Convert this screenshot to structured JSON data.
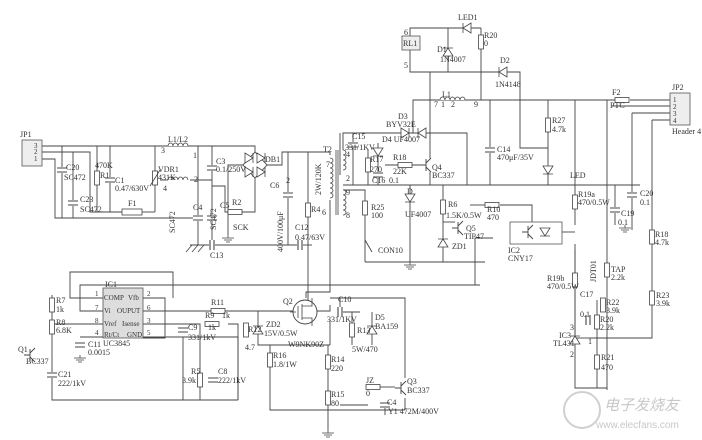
{
  "diagram": {
    "connectors": {
      "jp1": "JP1",
      "jp1_pins": [
        "3",
        "2",
        "1"
      ],
      "jp2": "JP2",
      "jp2_pins": [
        "1",
        "2",
        "3",
        "4"
      ],
      "jp2_type": "Header 4"
    },
    "labels": {
      "c20": "C20",
      "c20_v": "SC472",
      "c23": "C23",
      "c23_v": "SC472",
      "r1_v": "470K",
      "r1": "R1",
      "c1": "C1",
      "c1_v": "0.47/630V",
      "f1": "F1",
      "vdr1": "VDR1",
      "vdr1_v": "431K",
      "l1l2": "L1/L2",
      "l_pin3": "3",
      "l_pin1": "1",
      "l_pin4": "4",
      "l_pin2": "2",
      "c3": "C3",
      "c3_v": "0.1/250V",
      "db1": "DB1",
      "c4": "C4",
      "c4_v": "SC472",
      "c5": "C5",
      "c5_v": "SC472",
      "r2": "R2",
      "sck": "SCK",
      "c13": "C13",
      "c6": "C6",
      "c6_v": "400V/100μF",
      "c6_pin": "2",
      "r4": "R4",
      "r4_v": "2W/120K",
      "c12": "C12",
      "c12_v": "0.47/63V",
      "t2": "T2",
      "t2_p4": "4",
      "t2_p7": "7",
      "t2_p2": "2",
      "t2_p9": "9",
      "t2_p6": "6",
      "t2_p8": "8",
      "rl1": "RL1",
      "rl1_p6": "6",
      "rl1_p5": "5",
      "led1": "LED1",
      "d1": "D1",
      "d1_v": "1N4007",
      "r20": "R20",
      "r20_v": "0",
      "d2": "D2",
      "d2_v": "1N4148",
      "l1": "L1",
      "l1_p7": "7",
      "l1_p1": "1",
      "l1_p2": "2",
      "l1_p9": "9",
      "d3": "D3",
      "d3_v": "BYV32E",
      "c15": "C15",
      "c15_v": "331/1KV",
      "d4": "D4 UF4007",
      "r17": "R17",
      "r17_v": "270",
      "r18a": "R18",
      "r18a_v": "22K",
      "c16": "C16",
      "c16_v": "0.1",
      "q4": "Q4",
      "q4_v": "BC337",
      "c14": "C14",
      "c14_v": "470μF/35V",
      "r27": "R27",
      "r27_v": "4.7k",
      "led": "LED",
      "f2": "F2",
      "f2_v": "PTC",
      "r25": "R25",
      "r25_v": "100",
      "d_uf": "D",
      "d_uf_v": "UF4007",
      "con10": "CON10",
      "r6": "R6",
      "r6_v": "1.5K/0.5W",
      "q5": "Q5",
      "q5_v": "TIP47",
      "zd1": "ZD1",
      "r10": "R10",
      "r10_v": "470",
      "ic2": "IC2",
      "ic2_v": "CNY17",
      "r19a": "R19a",
      "r19a_v": "470/0.5W",
      "c20b": "C20",
      "c20b_v": "0.1",
      "c19": "C19",
      "c19_v": "0.1",
      "r18b": "R18",
      "r18b_v": "4.7k",
      "jdt": "JDT01",
      "tap": "TAP",
      "tap_v": "2.2k",
      "r19b": "R19b",
      "r19b_v": "470/0.5W",
      "c17": "C17",
      "c17_v": "0.1",
      "r22": "R22",
      "r22_v": "3.9k",
      "r23": "R23",
      "r23_v": "3.9k",
      "r20b": "R20",
      "r20b_v": "2.2k",
      "ic3": "IC3",
      "ic3_v": "TL431",
      "ic3_p3": "3",
      "ic3_p1": "1",
      "ic3_p2": "2",
      "r21": "R21",
      "r21_v": "470",
      "ic1": "IC1",
      "ic1_v": "UC3845",
      "ic1_pins": {
        "comp": "COMP",
        "vfb": "Vfb",
        "vi": "Vi",
        "ouput": "OUPUT",
        "vref": "Vref",
        "isense": "Isense",
        "rtct": "Rt/Ct",
        "gnd": "GND"
      },
      "ic1_nums": {
        "p1": "1",
        "p7": "7",
        "p8": "8",
        "p4": "4",
        "p2": "2",
        "p6": "6",
        "p3": "3",
        "p5": "5"
      },
      "r7": "R7",
      "r7_v": "1k",
      "r8": "R8",
      "r8_v": "6.8K",
      "q1": "Q1",
      "q1_v": "BC337",
      "c11": "C11",
      "c11_v": "0.0015",
      "c21": "C21",
      "c21_v": "222/1kV",
      "r11": "R11",
      "r11_v": "1k",
      "r9": "R9",
      "r9_v": "1k",
      "c9": "C9",
      "c9_v": "331/1kV",
      "r5": "R5",
      "r5_v": "3.9k",
      "c8": "C8",
      "c8_v": "222/1kV",
      "q2": "Q2",
      "q2_v": "W9NK90Z",
      "zd2": "ZD2",
      "zd2_v": "15V/0.5W",
      "r12": "R12",
      "r12_v": "4.7",
      "c10": "C10",
      "c10_v": "331/1KV",
      "r13": "R13",
      "r13_v": "5W/470",
      "d5": "D5",
      "d5_v": "BA159",
      "r16": "R16",
      "r16_v": "1.8/1W",
      "r14": "R14",
      "r14_v": "220",
      "r15": "R15",
      "r15_v": "80",
      "jz": "JZ",
      "jz_v": "0",
      "q3": "Q3",
      "q3_v": "BC337",
      "c4b": "C4",
      "c4b_v": "Y1 472M/400V"
    },
    "watermark": {
      "brand": "电子发烧友",
      "url": "www.elecfans.com"
    }
  }
}
